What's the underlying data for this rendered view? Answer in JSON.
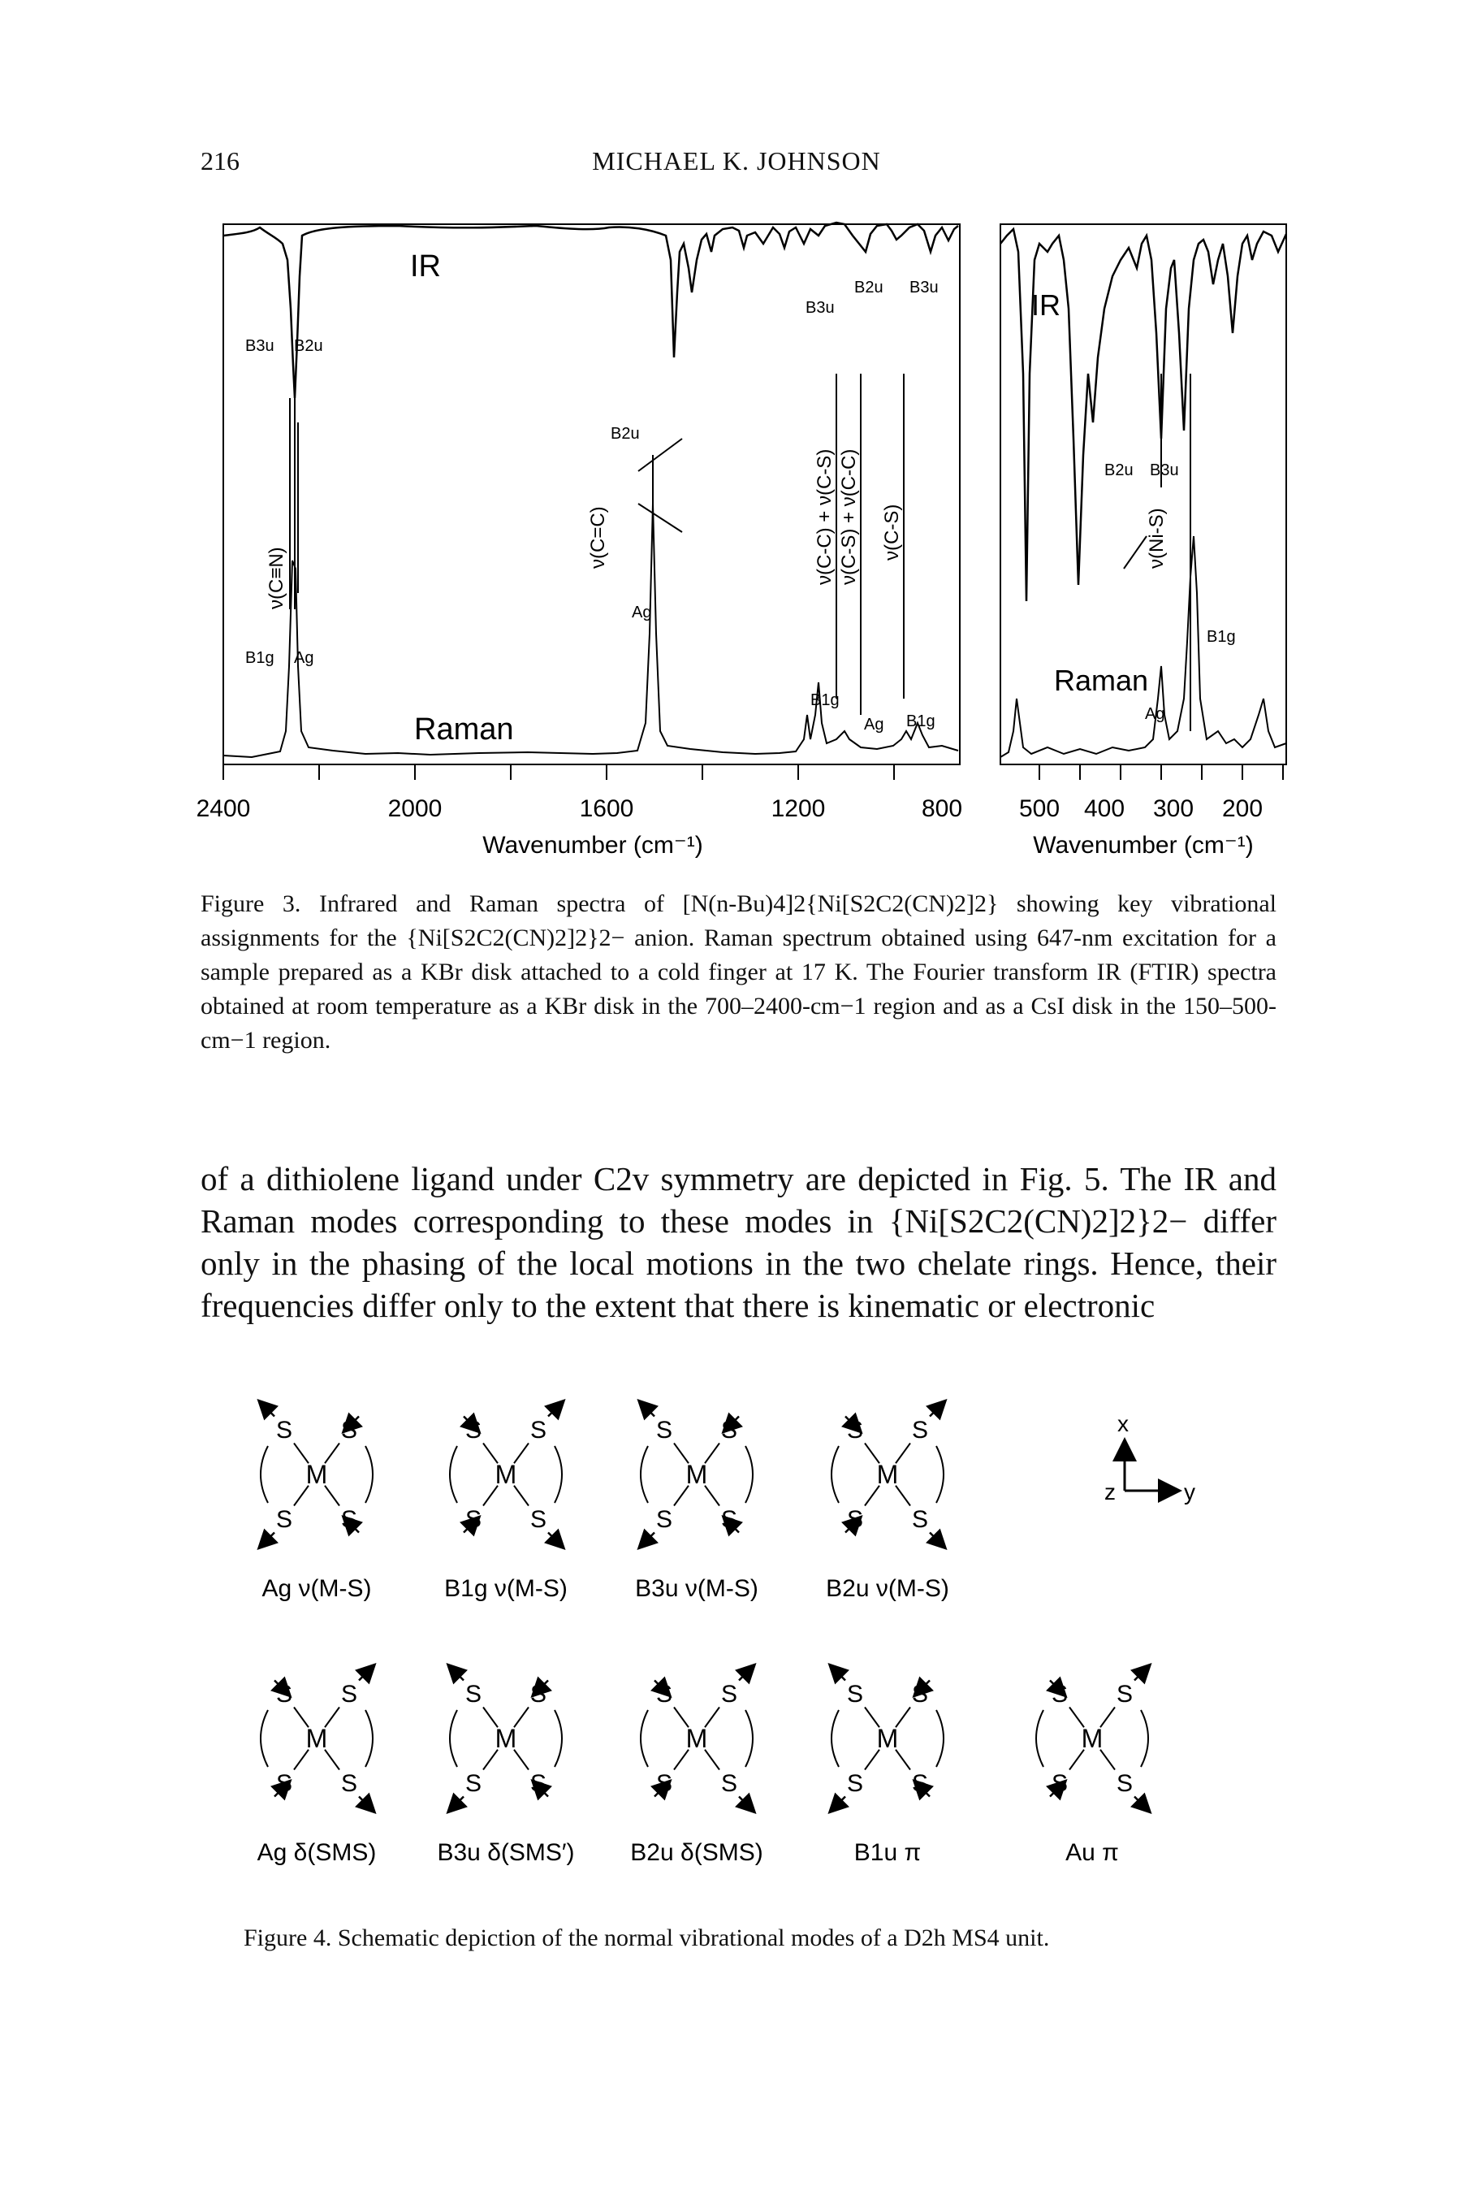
{
  "header": {
    "page_number": "216",
    "author": "MICHAEL K. JOHNSON"
  },
  "figure3": {
    "left_panel": {
      "ir_label": "IR",
      "raman_label": "Raman",
      "x_ticks": [
        "2400",
        "2000",
        "1600",
        "1200",
        "800"
      ],
      "x_label": "Wavenumber (cm⁻¹)",
      "assignments": [
        "B3u",
        "B2u",
        "ν(C≡N)",
        "B1g",
        "Ag",
        "B2u",
        "ν(C=C)",
        "Ag",
        "B3u",
        "B2u",
        "B3u",
        "ν(C-C) + ν(C-S)",
        "ν(C-S) + ν(C-C)",
        "ν(C-S)",
        "B1g",
        "Ag",
        "B1g"
      ]
    },
    "right_panel": {
      "ir_label": "IR",
      "raman_label": "Raman",
      "x_ticks": [
        "500",
        "400",
        "300",
        "200"
      ],
      "x_label": "Wavenumber (cm⁻¹)",
      "assignments": [
        "B2u",
        "B3u",
        "ν(Ni-S)",
        "B1g",
        "Ag"
      ]
    },
    "caption": "Figure 3.  Infrared and Raman spectra of [N(n-Bu)4]2{Ni[S2C2(CN)2]2} showing key vibrational assignments for the {Ni[S2C2(CN)2]2}2− anion. Raman spectrum obtained using 647-nm excitation for a sample prepared as a KBr disk attached to a cold finger at 17 K. The Fourier transform IR (FTIR) spectra obtained at room temperature as a KBr disk in the 700–2400-cm−1 region and as a CsI disk in the 150–500-cm−1 region."
  },
  "body_text": "of a dithiolene ligand under C2v symmetry are depicted in Fig. 5. The IR and Raman modes corresponding to these modes in {Ni[S2C2(CN)2]2}2− differ only in the phasing of the local motions in the two chelate rings. Hence, their frequencies differ only to the extent that there is kinematic or electronic",
  "figure4": {
    "modes_row1": [
      "Ag ν(M-S)",
      "B1g ν(M-S)",
      "B3u ν(M-S)",
      "B2u ν(M-S)"
    ],
    "modes_row2": [
      "Ag δ(SMS)",
      "B3u δ(SMS′)",
      "B2u δ(SMS)",
      "B1u π",
      "Au π"
    ],
    "axis_labels": [
      "x",
      "y",
      "z"
    ],
    "atom_labels": [
      "S",
      "M"
    ],
    "caption": "Figure 4.  Schematic depiction of the normal vibrational modes of a D2h MS4 unit."
  }
}
